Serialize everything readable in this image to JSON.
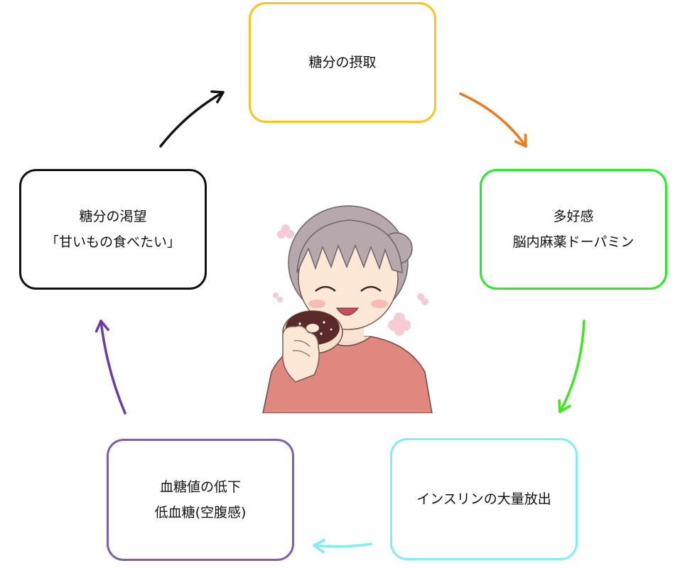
{
  "nodes": [
    {
      "id": "intake",
      "lines": [
        "糖分の摂取"
      ],
      "color": "#fcc41a"
    },
    {
      "id": "dopamine",
      "lines": [
        "多好感",
        "脳内麻薬ドーパミン"
      ],
      "color": "#22ee22"
    },
    {
      "id": "insulin",
      "lines": [
        "インスリンの大量放出"
      ],
      "color": "#7ef0f4"
    },
    {
      "id": "lowsugar",
      "lines": [
        "血糖値の低下",
        "低血糖(空腹感)"
      ],
      "color": "#7f60a8"
    },
    {
      "id": "craving",
      "lines": [
        "糖分の渇望",
        "「甘いもの食べたい」"
      ],
      "color": "#111111"
    }
  ],
  "arrows": [
    {
      "from": "intake",
      "to": "dopamine",
      "color": "#ec7a1c"
    },
    {
      "from": "dopamine",
      "to": "insulin",
      "color": "#3ee81a"
    },
    {
      "from": "insulin",
      "to": "lowsugar",
      "color": "#7ef0f4"
    },
    {
      "from": "lowsugar",
      "to": "craving",
      "color": "#6a3da6"
    },
    {
      "from": "craving",
      "to": "intake",
      "color": "#111111"
    }
  ],
  "illustration": {
    "icon": "woman-eating-donut-icon"
  }
}
